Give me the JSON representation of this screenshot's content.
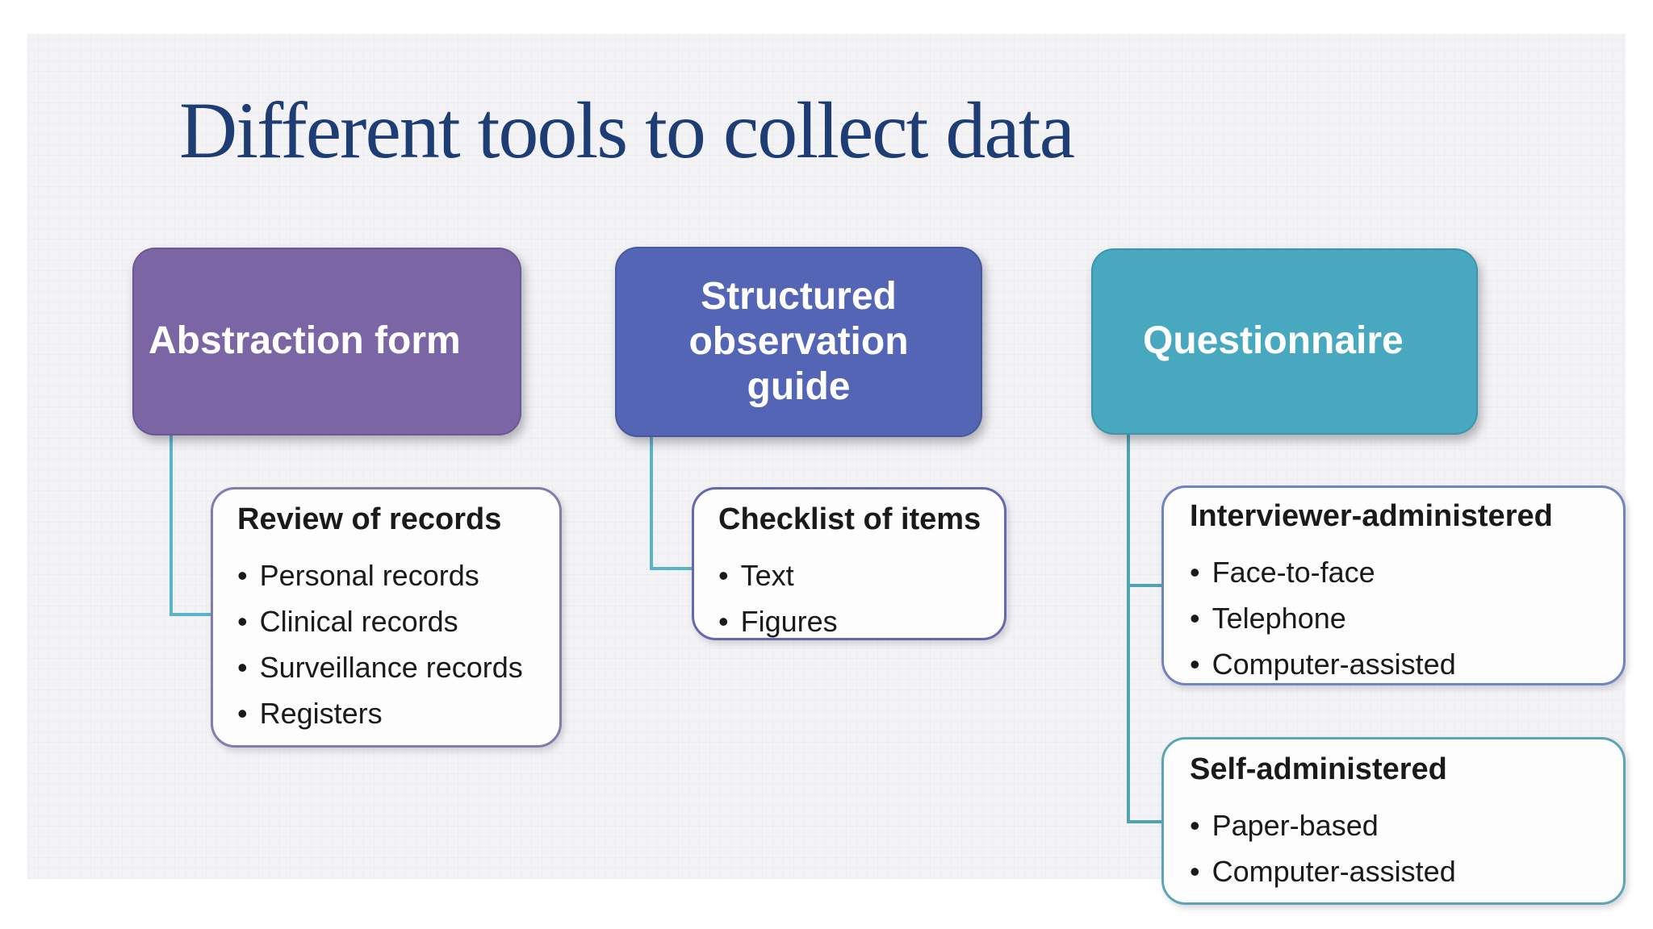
{
  "slide": {
    "title": "Different tools to collect data"
  },
  "columns": [
    {
      "header": "Abstraction form",
      "children": [
        {
          "title": "Review of records",
          "items": [
            "Personal records",
            "Clinical records",
            "Surveillance records",
            "Registers"
          ]
        }
      ]
    },
    {
      "header": "Structured observation guide",
      "children": [
        {
          "title": "Checklist of items",
          "items": [
            "Text",
            "Figures"
          ]
        }
      ]
    },
    {
      "header": "Questionnaire",
      "children": [
        {
          "title": "Interviewer-administered",
          "items": [
            "Face-to-face",
            "Telephone",
            "Computer-assisted"
          ]
        },
        {
          "title": "Self-administered",
          "items": [
            "Paper-based",
            "Computer-assisted"
          ]
        }
      ]
    }
  ],
  "colors": {
    "title_text": "#1e3d74",
    "header_abstraction": "#7c65a5",
    "header_observation": "#5365b4",
    "header_questionnaire": "#47a8c0",
    "header_text": "#ffffff",
    "child_border_records": "#8679ab",
    "child_border_checklist": "#6668ae",
    "child_border_interviewer": "#7084bd",
    "child_border_self": "#5ba5b5",
    "connector": "#58b4c6",
    "connector_right": "#4fa3b2",
    "slide_background": "#f3f3f5",
    "child_background": "#fdfdfe",
    "body_text": "#1a1a1a"
  }
}
